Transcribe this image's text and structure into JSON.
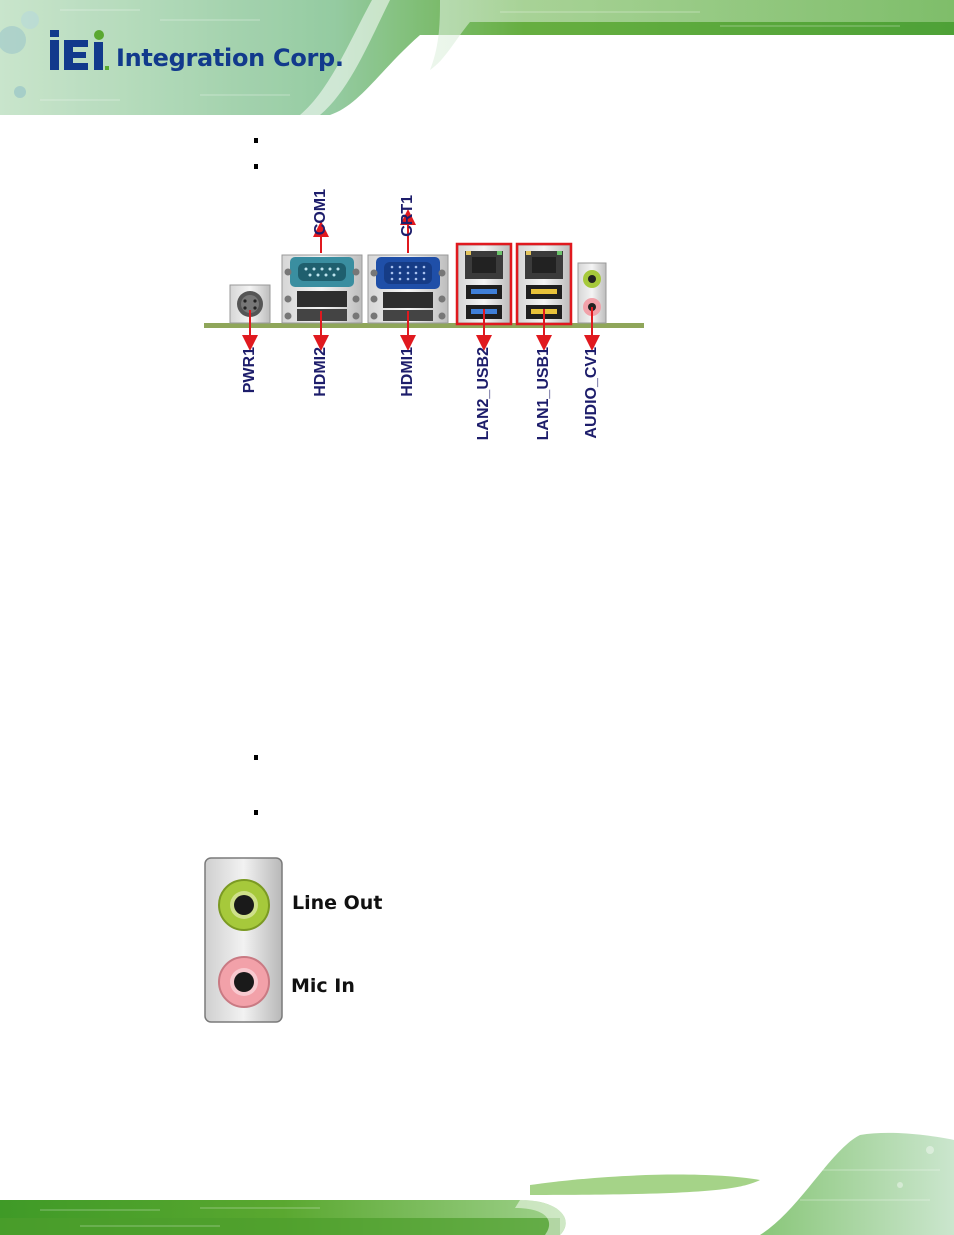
{
  "header": {
    "logo_mark": "iEi",
    "logo_text": "Integration Corp."
  },
  "port_diagram": {
    "top_labels": [
      "COM1",
      "CRT1"
    ],
    "bottom_labels": [
      "PWR1",
      "HDMI2",
      "HDMI1",
      "LAN2_USB2",
      "LAN1_USB1",
      "AUDIO_CV1"
    ]
  },
  "audio_jacks": {
    "line_out": "Line Out",
    "mic_in": "Mic In"
  },
  "colors": {
    "brand_green": "#5aa830",
    "brand_blue": "#123a8c",
    "label_navy": "#1d1d6b",
    "highlight_red": "#e0191f",
    "jack_green": "#a6c93b",
    "jack_pink": "#f2a1a9"
  }
}
